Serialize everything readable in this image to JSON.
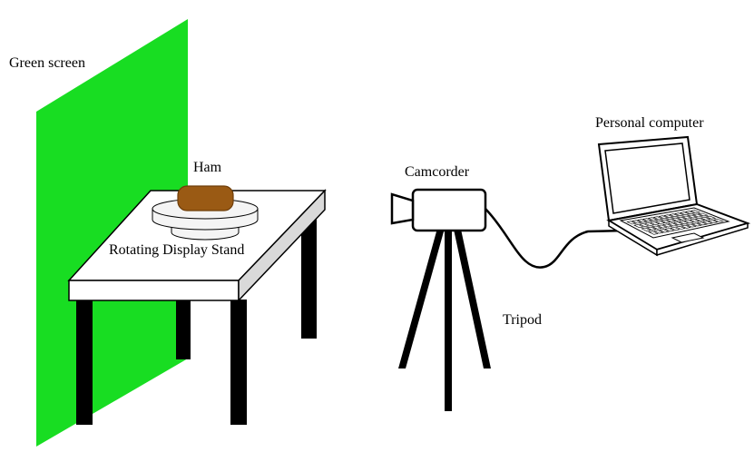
{
  "labels": {
    "green_screen": "Green screen",
    "ham": "Ham",
    "display_stand": "Rotating Display Stand",
    "camcorder": "Camcorder",
    "tripod": "Tripod",
    "computer": "Personal computer"
  },
  "colors": {
    "green_screen": "#18dd22",
    "ham": "#9a5a14",
    "ham_edge": "#6e3d08",
    "table_top": "#ffffff",
    "table_side": "#d9d9d9",
    "legs": "#000000",
    "stand": "#f4f4f4",
    "outline": "#000000"
  }
}
